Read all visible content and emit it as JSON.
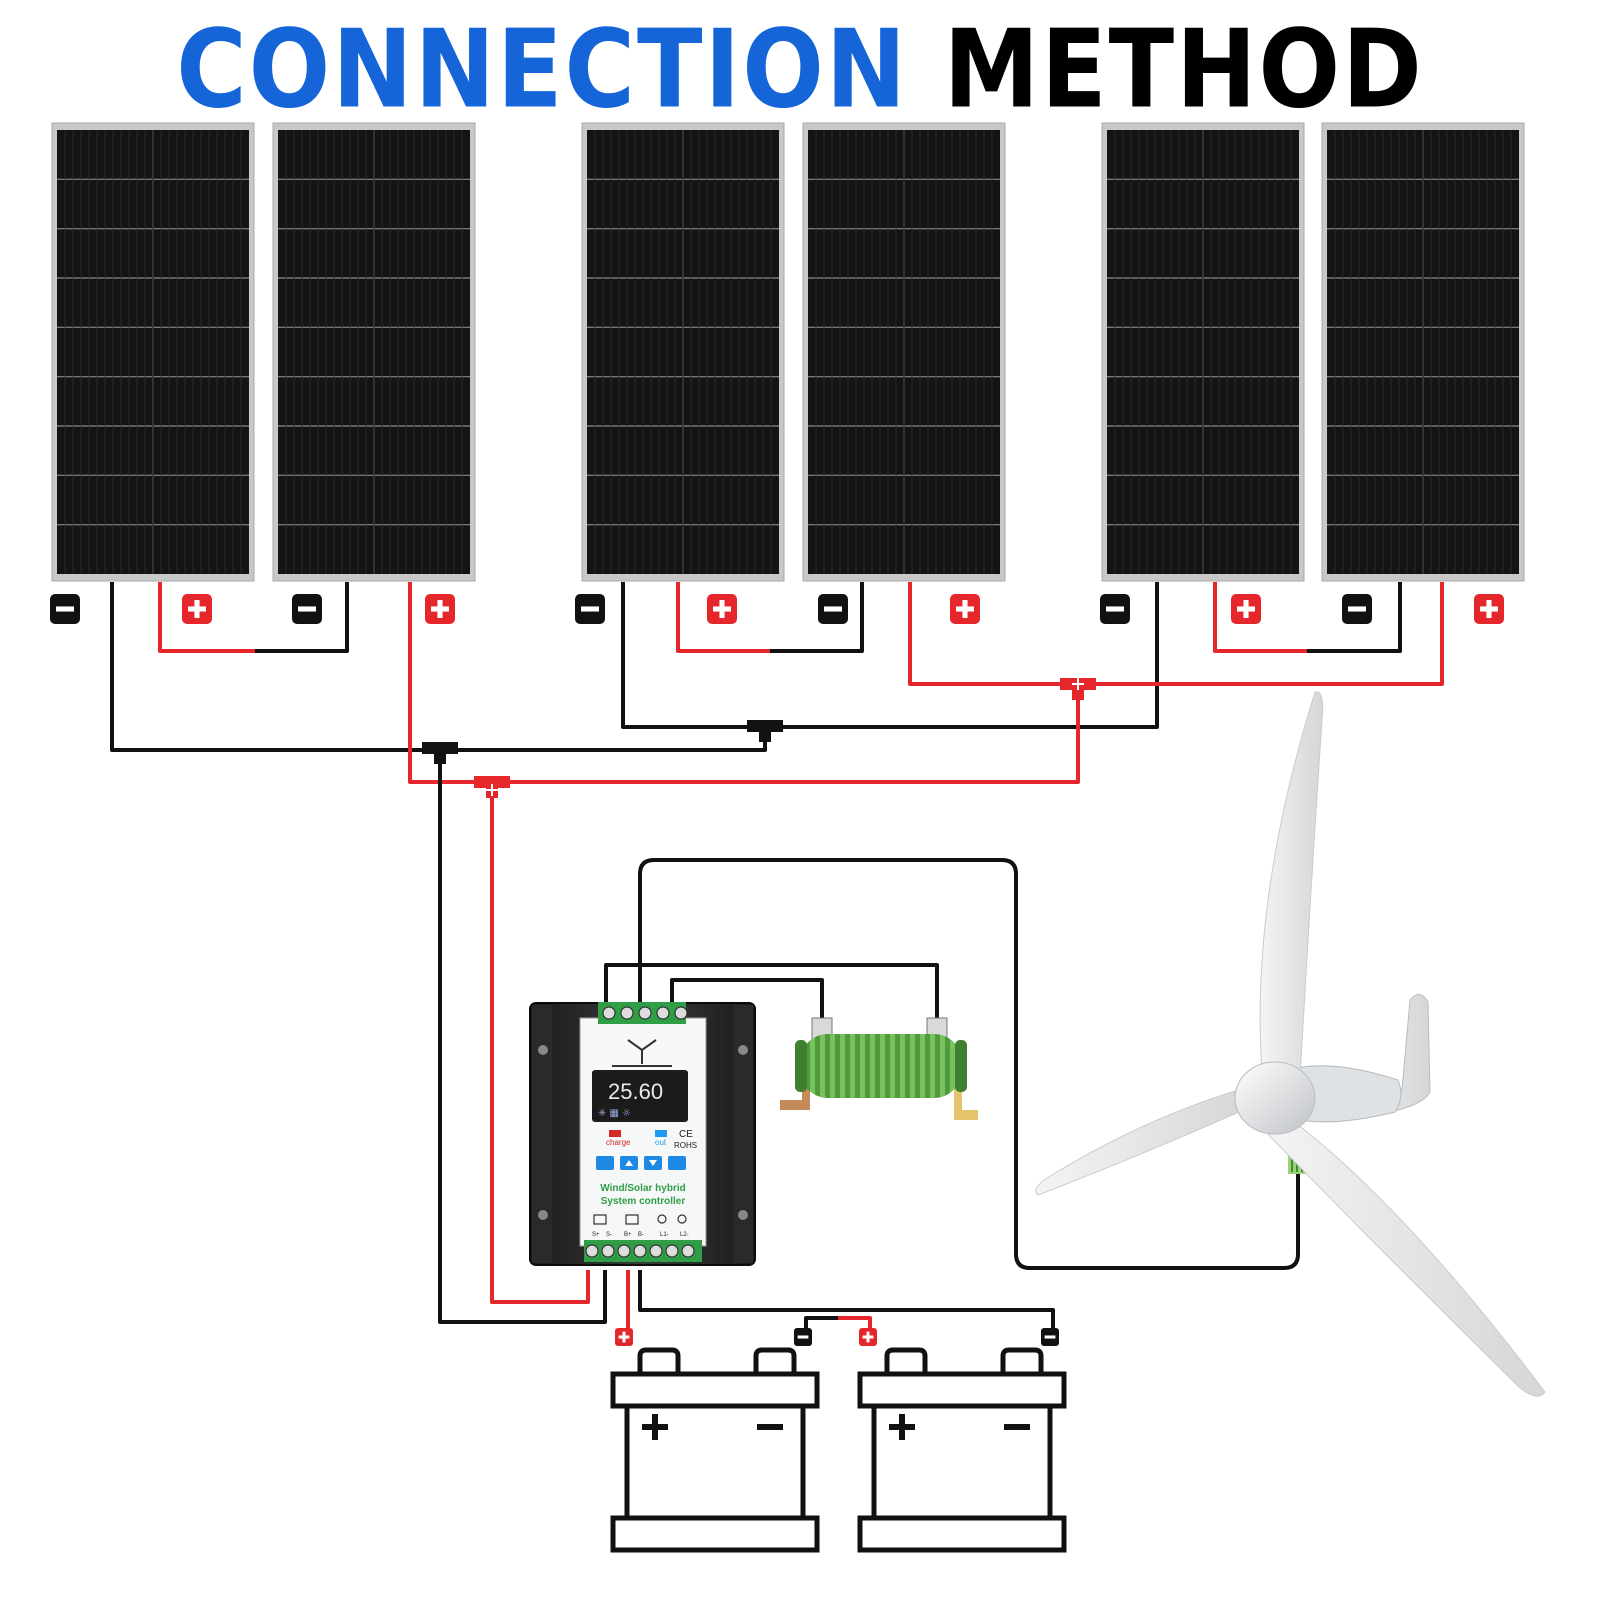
{
  "title": {
    "part1": "CONNECTION",
    "part2": "METHOD"
  },
  "colors": {
    "title_blue": "#1565d8",
    "positive": "#e5262b",
    "negative": "#111111",
    "resistor_green": "#5aa84a",
    "panel_cell": "#141414",
    "panel_frame": "#c8c8c8"
  },
  "controller": {
    "display": "25.60",
    "indicator_charge": "charge",
    "indicator_out": "out",
    "ce_mark": "CE",
    "rohs_mark": "ROHS",
    "name_line1": "Wind/Solar hybrid",
    "name_line2": "System controller",
    "terminals": [
      "S+",
      "S-",
      "B+",
      "B-",
      "L1-",
      "L2-"
    ]
  },
  "icons": {
    "negative_terminal": "minus-badge-icon",
    "positive_terminal": "plus-badge-icon",
    "battery": "battery-icon",
    "solar_panel": "solar-panel-icon",
    "wind_turbine": "wind-turbine-icon",
    "resistor": "dump-load-resistor-icon",
    "branch_connector": "t-branch-connector-icon"
  }
}
